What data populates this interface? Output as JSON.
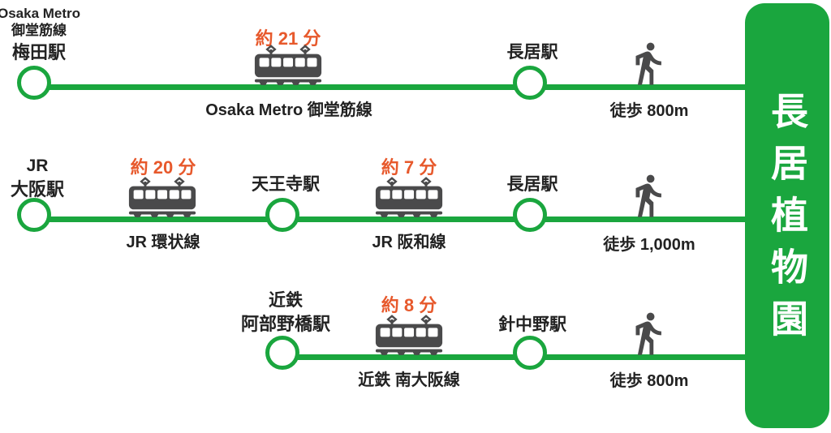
{
  "destination": {
    "title": "長居植物園"
  },
  "colors": {
    "line_green": "#1AA63E",
    "duration_orange": "#E7592C",
    "icon_gray": "#4A4A4B"
  },
  "icons": {
    "train": "train-icon",
    "walk": "pedestrian-icon",
    "station": "station-circle"
  },
  "routes": [
    {
      "start": {
        "line1": "Osaka Metro",
        "line2": "御堂筋線",
        "name": "梅田駅"
      },
      "segments": [
        {
          "duration": "約 21 分",
          "line_name": "Osaka Metro 御堂筋線",
          "to_station": "長居駅"
        }
      ],
      "walk": "徒歩 800m"
    },
    {
      "start": {
        "line1": "JR",
        "name": "大阪駅"
      },
      "segments": [
        {
          "duration": "約 20 分",
          "line_name": "JR 環状線",
          "to_station": "天王寺駅"
        },
        {
          "duration": "約 7 分",
          "line_name": "JR 阪和線",
          "to_station": "長居駅"
        }
      ],
      "walk": "徒歩 1,000m"
    },
    {
      "start": {
        "line1": "近鉄",
        "name": "阿部野橋駅"
      },
      "segments": [
        {
          "duration": "約 8 分",
          "line_name": "近鉄 南大阪線",
          "to_station": "針中野駅"
        }
      ],
      "walk": "徒歩 800m"
    }
  ]
}
